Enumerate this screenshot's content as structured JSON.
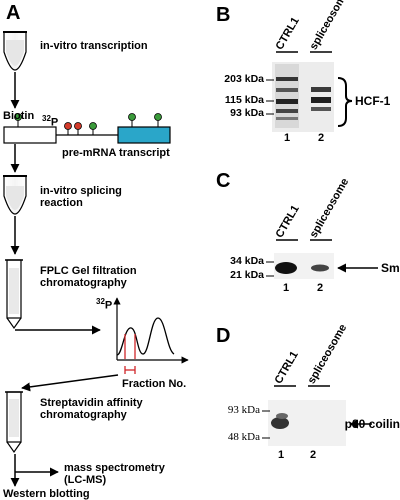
{
  "panels": {
    "a": "A",
    "b": "B",
    "c": "C",
    "d": "D"
  },
  "workflow": {
    "step1": "in-vitro transcription",
    "biotin": "Biotin",
    "p32_label": "32",
    "p32_symbol": "P",
    "pre_mrna": "pre-mRNA transcript",
    "step2_line1": "in-vitro splicing",
    "step2_line2": "reaction",
    "step3_line1": "FPLC Gel filtration",
    "step3_line2": "chromatography",
    "graph_y_label_sup": "32",
    "graph_y_label": "P",
    "graph_x_label": "Fraction No.",
    "step4_line1": "Streptavidin affinity",
    "step4_line2": "chromatography",
    "step5_line1": "mass spectrometry",
    "step5_line2": "(LC-MS)",
    "step6": "Western blotting"
  },
  "blot_b": {
    "lanes": [
      "CTRL1",
      "spliceosome"
    ],
    "lane_numbers": [
      "1",
      "2"
    ],
    "markers": [
      "203 kDa",
      "115 kDa",
      "93 kDa"
    ],
    "band_label": "HCF-1"
  },
  "blot_c": {
    "lanes": [
      "CTRL1",
      "spliceosome"
    ],
    "lane_numbers": [
      "1",
      "2"
    ],
    "markers": [
      "34 kDa",
      "21 kDa"
    ],
    "band_label": "Sm"
  },
  "blot_d": {
    "lanes": [
      "CTRL1",
      "spliceosome"
    ],
    "lane_numbers": [
      "1",
      "2"
    ],
    "markers": [
      "93 kDa",
      "48 kDa"
    ],
    "band_label": "p80 coilin"
  },
  "colors": {
    "exon": "#2aa6c9",
    "marker_green": "#3a9a3a",
    "marker_red": "#d23a2a",
    "red_line": "#d0262a"
  }
}
